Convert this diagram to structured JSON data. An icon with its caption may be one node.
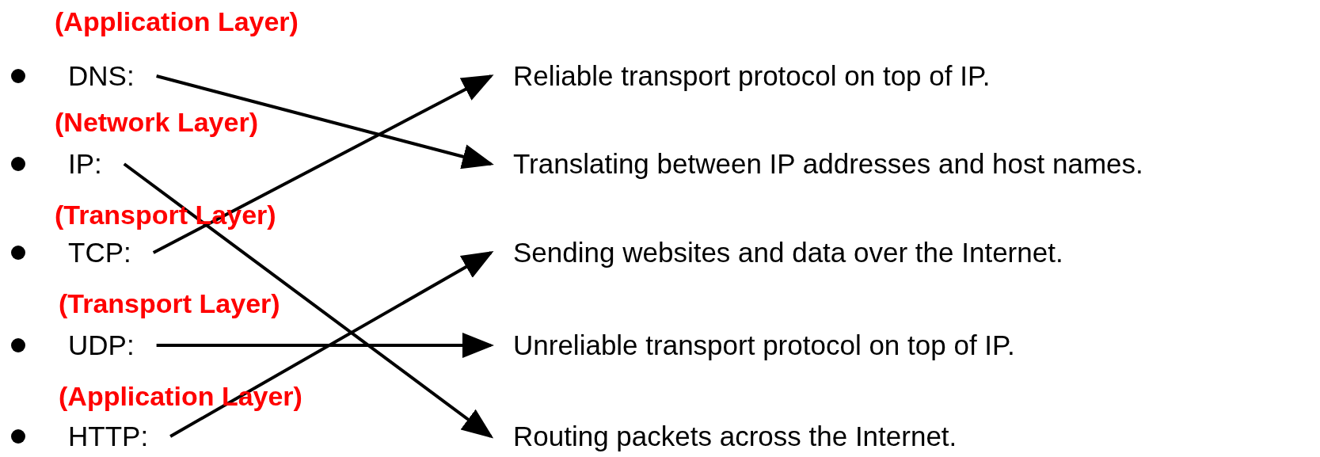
{
  "diagram": {
    "nodes": [
      {
        "text": [
          "DNS:"
        ],
        "beside": [
          "(Application Layer)"
        ]
      },
      {
        "text": [
          "IP:"
        ],
        "beside": [
          "(Network Layer)"
        ]
      },
      {
        "text": [
          "TCP:"
        ],
        "beside": [
          "(Transport Layer)"
        ]
      },
      {
        "text": [
          "UDP:"
        ],
        "beside": [
          "(Transport Layer)"
        ]
      },
      {
        "text": [
          "HTTP:"
        ],
        "beside": [
          "(Application Layer)"
        ]
      },
      {
        "text": [
          "Reliable transport protocol on top of IP."
        ]
      },
      {
        "text": [
          "Translating between IP addresses and host names."
        ]
      },
      {
        "text": [
          "Sending websites and data over the Internet."
        ]
      },
      {
        "text": [
          "Unreliable transport protocol on top of IP."
        ]
      },
      {
        "text": [
          "Routing packets across the Internet."
        ]
      }
    ],
    "edges": [
      {
        "from": 0,
        "to": 6,
        "arrow": "to"
      },
      {
        "from": 1,
        "to": 9,
        "arrow": "to"
      },
      {
        "from": 2,
        "to": 5,
        "arrow": "to"
      },
      {
        "from": 3,
        "to": 8,
        "arrow": "to"
      },
      {
        "from": 4,
        "to": 7,
        "arrow": "to"
      }
    ]
  }
}
